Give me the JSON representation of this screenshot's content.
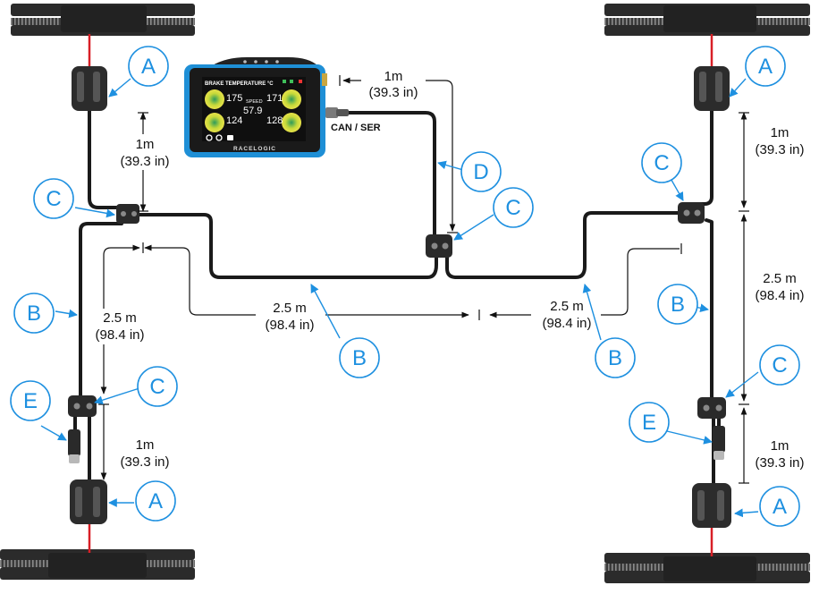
{
  "colors": {
    "callout": "#1e90e0",
    "cable": "#1a1a1a",
    "disc": "#333333",
    "axle": "#d81f26",
    "sensor": "#2c2c2c",
    "screen_frame": "#1e8fd6"
  },
  "callouts": [
    {
      "id": "A-top-left",
      "letter": "A"
    },
    {
      "id": "A-top-right",
      "letter": "A"
    },
    {
      "id": "A-bottom-left",
      "letter": "A"
    },
    {
      "id": "A-bottom-right",
      "letter": "A"
    },
    {
      "id": "B-left",
      "letter": "B"
    },
    {
      "id": "B-center-left",
      "letter": "B"
    },
    {
      "id": "B-center-right",
      "letter": "B"
    },
    {
      "id": "B-right",
      "letter": "B"
    },
    {
      "id": "C-left-top",
      "letter": "C"
    },
    {
      "id": "C-left-bottom",
      "letter": "C"
    },
    {
      "id": "C-center",
      "letter": "C"
    },
    {
      "id": "C-right-top",
      "letter": "C"
    },
    {
      "id": "C-right-bottom",
      "letter": "C"
    },
    {
      "id": "D-display",
      "letter": "D"
    },
    {
      "id": "E-left",
      "letter": "E"
    },
    {
      "id": "E-right",
      "letter": "E"
    }
  ],
  "dimensions": {
    "left_top": {
      "metric": "1m",
      "imperial": "(39.3 in)"
    },
    "left_middle": {
      "metric": "2.5 m",
      "imperial": "(98.4 in)"
    },
    "left_bottom": {
      "metric": "1m",
      "imperial": "(39.3 in)"
    },
    "center_left": {
      "metric": "2.5 m",
      "imperial": "(98.4 in)"
    },
    "center_right": {
      "metric": "2.5 m",
      "imperial": "(98.4 in)"
    },
    "display_top": {
      "metric": "1m",
      "imperial": "(39.3 in)"
    },
    "right_top": {
      "metric": "1m",
      "imperial": "(39.3 in)"
    },
    "right_middle": {
      "metric": "2.5 m",
      "imperial": "(98.4 in)"
    },
    "right_bottom": {
      "metric": "1m",
      "imperial": "(39.3 in)"
    }
  },
  "display": {
    "title": "BRAKE TEMPERATURE °C",
    "temps": [
      "175",
      "171",
      "124",
      "128"
    ],
    "speed_label": "SPEED",
    "speed_value": "57.9",
    "brand": "RACELOGIC",
    "port_label": "CAN / SER"
  }
}
